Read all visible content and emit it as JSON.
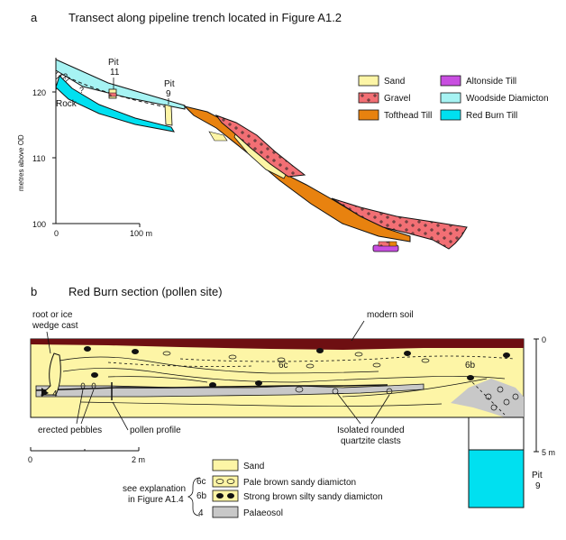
{
  "panel_a": {
    "letter": "a",
    "title": "Transect along pipeline trench located in Figure A1.2",
    "y_axis_label": "metres above OD",
    "y_ticks": [
      "120",
      "110",
      "100"
    ],
    "x_ticks": [
      "0",
      "100 m"
    ],
    "labels": {
      "pit11": "Pit",
      "pit11_num": "11",
      "pit9": "Pit",
      "pit9_num": "9",
      "rock": "Rock",
      "q1": "?",
      "q2": "?"
    },
    "legend": [
      {
        "name": "Sand",
        "color": "#fdf5a6"
      },
      {
        "name": "Gravel",
        "color": "#f26f74"
      },
      {
        "name": "Tofthead Till",
        "color": "#e8820f"
      },
      {
        "name": "Altonside Till",
        "color": "#c84ee0"
      },
      {
        "name": "Woodside Diamicton",
        "color": "#a6f3f3"
      },
      {
        "name": "Red Burn Till",
        "color": "#00e0f0"
      }
    ]
  },
  "panel_b": {
    "letter": "b",
    "title": "Red Burn section (pollen site)",
    "labels": {
      "root_wedge": [
        "root or ice",
        "wedge cast"
      ],
      "modern_soil": "modern soil",
      "unit_6c": "6c",
      "unit_6b": "6b",
      "unit_4": "4",
      "erected_pebbles": "erected pebbles",
      "pollen_profile": "pollen profile",
      "isolated_clasts": [
        "Isolated rounded",
        "quartzite clasts"
      ],
      "depth_top": "0",
      "depth_bottom": "5 m",
      "pit": "Pit",
      "pit_num": "9"
    },
    "scale": [
      "0",
      "2 m"
    ],
    "legend_note": [
      "see explanation",
      "in Figure A1.4"
    ],
    "legend": [
      {
        "code": "",
        "name": "Sand",
        "color": "#fdf5a6"
      },
      {
        "code": "6c",
        "name": "Pale brown sandy diamicton",
        "color": "#fdf5a6"
      },
      {
        "code": "6b",
        "name": "Strong brown silty sandy diamicton",
        "color": "#fdf5a6"
      },
      {
        "code": "4",
        "name": "Palaeosol",
        "color": "#c8c8c8"
      }
    ],
    "colors": {
      "soil": "#6e0f12",
      "sand": "#fdf5a6",
      "palaeosol": "#c8c8c8",
      "pit": "#00e0f0"
    }
  }
}
